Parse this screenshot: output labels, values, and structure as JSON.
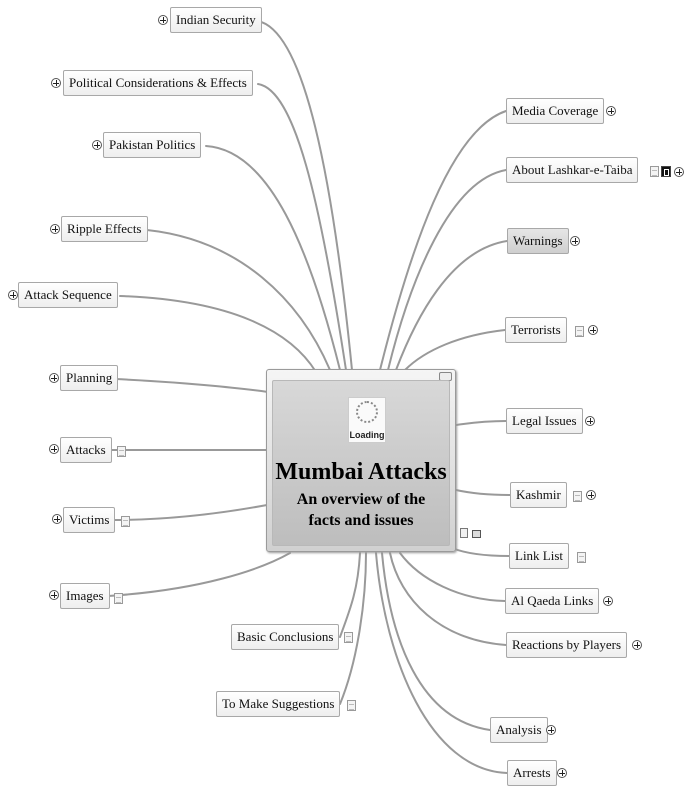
{
  "central": {
    "title": "Mumbai Attacks",
    "subtitle": "An overview of the facts and issues",
    "loading_label": "Loading"
  },
  "topics_left": [
    {
      "label": "Indian Security"
    },
    {
      "label": "Political Considerations & Effects"
    },
    {
      "label": "Pakistan Politics"
    },
    {
      "label": "Ripple Effects"
    },
    {
      "label": "Attack Sequence"
    },
    {
      "label": "Planning"
    },
    {
      "label": "Attacks"
    },
    {
      "label": "Victims"
    },
    {
      "label": "Images"
    }
  ],
  "topics_bottom": [
    {
      "label": "Basic Conclusions"
    },
    {
      "label": "To Make Suggestions"
    }
  ],
  "topics_right": [
    {
      "label": "Media Coverage"
    },
    {
      "label": "About Lashkar-e-Taiba"
    },
    {
      "label": "Warnings"
    },
    {
      "label": "Terrorists"
    },
    {
      "label": "Legal Issues"
    },
    {
      "label": "Kashmir"
    },
    {
      "label": "Link List"
    },
    {
      "label": "Al Qaeda Links"
    },
    {
      "label": "Reactions by Players"
    },
    {
      "label": "Analysis"
    },
    {
      "label": "Arrests"
    }
  ]
}
